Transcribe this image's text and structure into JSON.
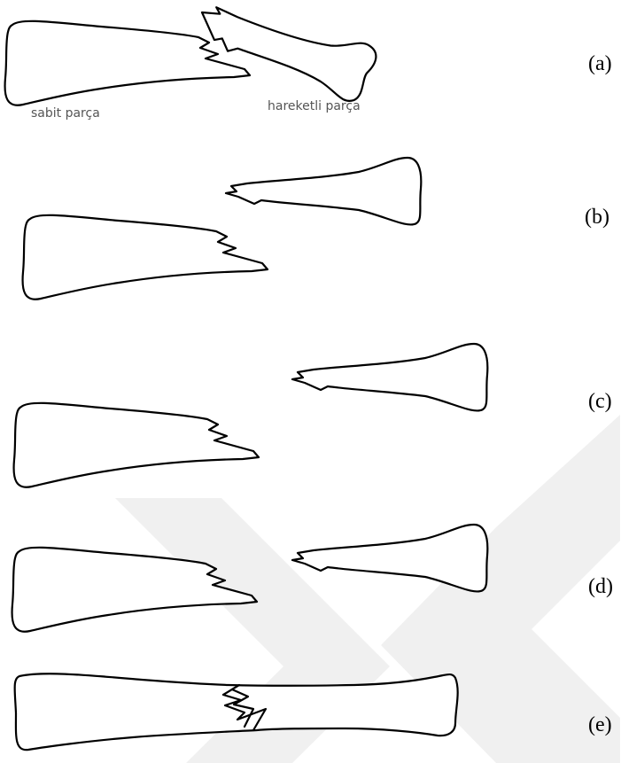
{
  "labels": {
    "fixed_piece": "sabit parça",
    "moving_piece": "hareketli parça"
  },
  "panels": [
    {
      "label": "(a)"
    },
    {
      "label": "(b)"
    },
    {
      "label": "(c)"
    },
    {
      "label": "(d)"
    },
    {
      "label": "(e)"
    }
  ],
  "colors": {
    "outline": "#000000",
    "background": "#ffffff",
    "watermark": "#ebebeb",
    "caption": "#555555"
  }
}
